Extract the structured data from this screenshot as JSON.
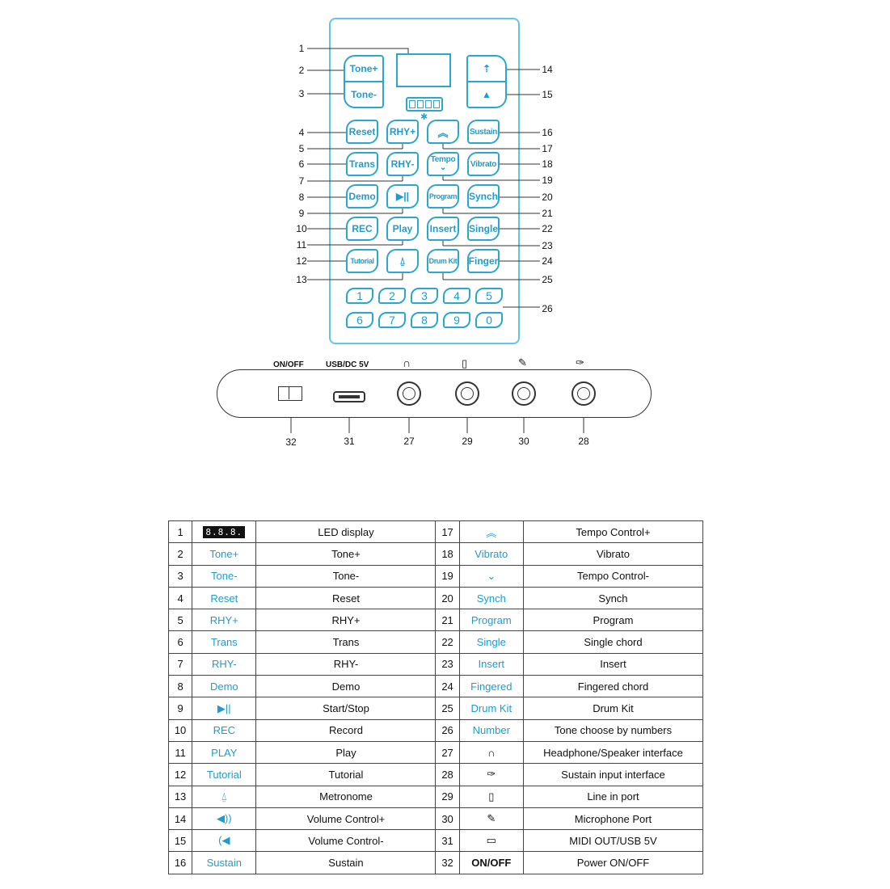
{
  "keyboard": {
    "keys": {
      "tone_up": "Tone+",
      "tone_down": "Tone-",
      "reset": "Reset",
      "rhy_up": "RHY+",
      "sustain": "Sustain",
      "trans": "Trans",
      "rhy_down": "RHY-",
      "tempo": "Tempo",
      "vibrato": "Vibrato",
      "demo": "Demo",
      "play_pause": "▶||",
      "program": "Program",
      "synch": "Synch",
      "rec": "REC",
      "play": "Play",
      "insert": "Insert",
      "single": "Single",
      "tutorial": "Tutorial",
      "drum_kit": "Drum Kit",
      "finger": "Finger"
    },
    "numbers": [
      "1",
      "2",
      "3",
      "4",
      "5",
      "6",
      "7",
      "8",
      "9",
      "0"
    ],
    "callouts": [
      "1",
      "2",
      "3",
      "4",
      "5",
      "6",
      "7",
      "8",
      "9",
      "10",
      "11",
      "12",
      "13",
      "14",
      "15",
      "16",
      "17",
      "18",
      "19",
      "20",
      "21",
      "22",
      "23",
      "24",
      "25",
      "26"
    ]
  },
  "side_panel": {
    "labels": {
      "on_off": "ON/OFF",
      "usb": "USB/DC 5V"
    },
    "callouts": {
      "power": "32",
      "usb": "31",
      "headphone": "27",
      "line_in": "29",
      "mic": "30",
      "sustain": "28"
    }
  },
  "legend": {
    "rows": [
      {
        "n1": "1",
        "icon1": "LED",
        "d1": "LED display",
        "n2": "17",
        "icon2": "tempo-up-icon",
        "d2": "Tempo Control+"
      },
      {
        "n1": "2",
        "icon1": "Tone+",
        "d1": "Tone+",
        "n2": "18",
        "icon2": "Vibrato",
        "d2": "Vibrato"
      },
      {
        "n1": "3",
        "icon1": "Tone-",
        "d1": "Tone-",
        "n2": "19",
        "icon2": "tempo-down-icon",
        "d2": "Tempo Control-"
      },
      {
        "n1": "4",
        "icon1": "Reset",
        "d1": "Reset",
        "n2": "20",
        "icon2": "Synch",
        "d2": "Synch"
      },
      {
        "n1": "5",
        "icon1": "RHY+",
        "d1": "RHY+",
        "n2": "21",
        "icon2": "Program",
        "d2": "Program"
      },
      {
        "n1": "6",
        "icon1": "Trans",
        "d1": "Trans",
        "n2": "22",
        "icon2": "Single",
        "d2": "Single chord"
      },
      {
        "n1": "7",
        "icon1": "RHY-",
        "d1": "RHY-",
        "n2": "23",
        "icon2": "Insert",
        "d2": "Insert"
      },
      {
        "n1": "8",
        "icon1": "Demo",
        "d1": "Demo",
        "n2": "24",
        "icon2": "Fingered",
        "d2": "Fingered chord"
      },
      {
        "n1": "9",
        "icon1": "▶||",
        "d1": "Start/Stop",
        "n2": "25",
        "icon2": "Drum Kit",
        "d2": "Drum Kit"
      },
      {
        "n1": "10",
        "icon1": "REC",
        "d1": "Record",
        "n2": "26",
        "icon2": "Number",
        "d2": "Tone choose by numbers"
      },
      {
        "n1": "11",
        "icon1": "PLAY",
        "d1": "Play",
        "n2": "27",
        "icon2": "headphone-icon",
        "d2": "Headphone/Speaker interface"
      },
      {
        "n1": "12",
        "icon1": "Tutorial",
        "d1": "Tutorial",
        "n2": "28",
        "icon2": "sustain-pedal-icon",
        "d2": "Sustain input interface"
      },
      {
        "n1": "13",
        "icon1": "metronome-icon",
        "d1": "Metronome",
        "n2": "29",
        "icon2": "line-in-icon",
        "d2": "Line in port"
      },
      {
        "n1": "14",
        "icon1": "volume-up-icon",
        "d1": "Volume Control+",
        "n2": "30",
        "icon2": "microphone-icon",
        "d2": "Microphone Port"
      },
      {
        "n1": "15",
        "icon1": "volume-down-icon",
        "d1": "Volume Control-",
        "n2": "31",
        "icon2": "usb-port-icon",
        "d2": "MIDI OUT/USB 5V"
      },
      {
        "n1": "16",
        "icon1": "Sustain",
        "d1": "Sustain",
        "n2": "32",
        "icon2": "ON/OFF",
        "d2": "Power ON/OFF"
      }
    ],
    "led_text": "8.8.8."
  }
}
